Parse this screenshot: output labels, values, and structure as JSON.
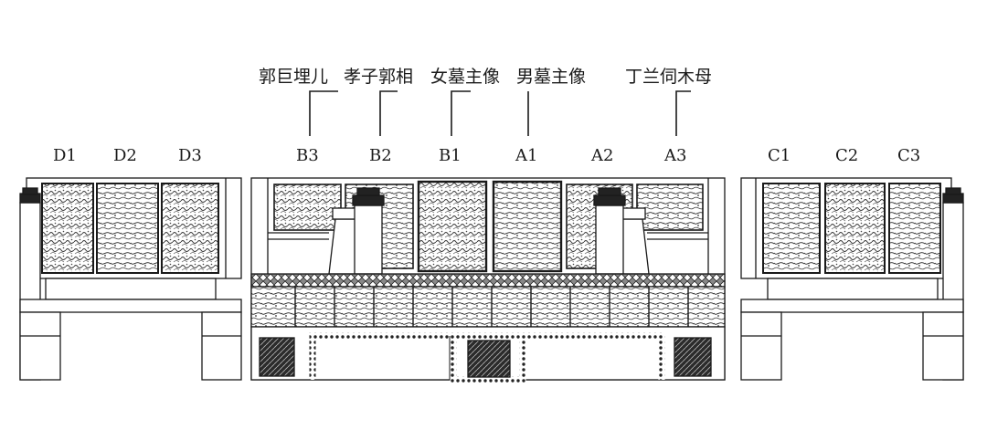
{
  "top_labels": [
    {
      "id": "b3",
      "text": "郭巨埋儿"
    },
    {
      "id": "b2",
      "text": "孝子郭相"
    },
    {
      "id": "b1",
      "text": "女墓主像"
    },
    {
      "id": "a1",
      "text": "男墓主像"
    },
    {
      "id": "a3",
      "text": "丁兰伺木母"
    }
  ],
  "codes": {
    "left": [
      "D1",
      "D2",
      "D3"
    ],
    "middle": [
      "B3",
      "B2",
      "B1",
      "A1",
      "A2",
      "A3"
    ],
    "right": [
      "C1",
      "C2",
      "C3"
    ]
  },
  "colors": {
    "ink": "#1a1a1a",
    "panel_shade": "#555555",
    "fill_light": "#f4f4f4"
  }
}
